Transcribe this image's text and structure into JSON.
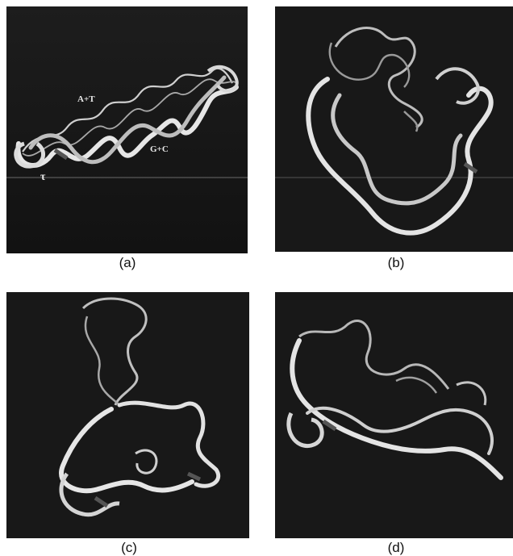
{
  "figure": {
    "panels": [
      {
        "id": "a",
        "caption": "(a)",
        "labels": {
          "at": "A+T",
          "gc": "G+C",
          "tau": "τ"
        }
      },
      {
        "id": "b",
        "caption": "(b)"
      },
      {
        "id": "c",
        "caption": "(c)"
      },
      {
        "id": "d",
        "caption": "(d)"
      }
    ]
  }
}
